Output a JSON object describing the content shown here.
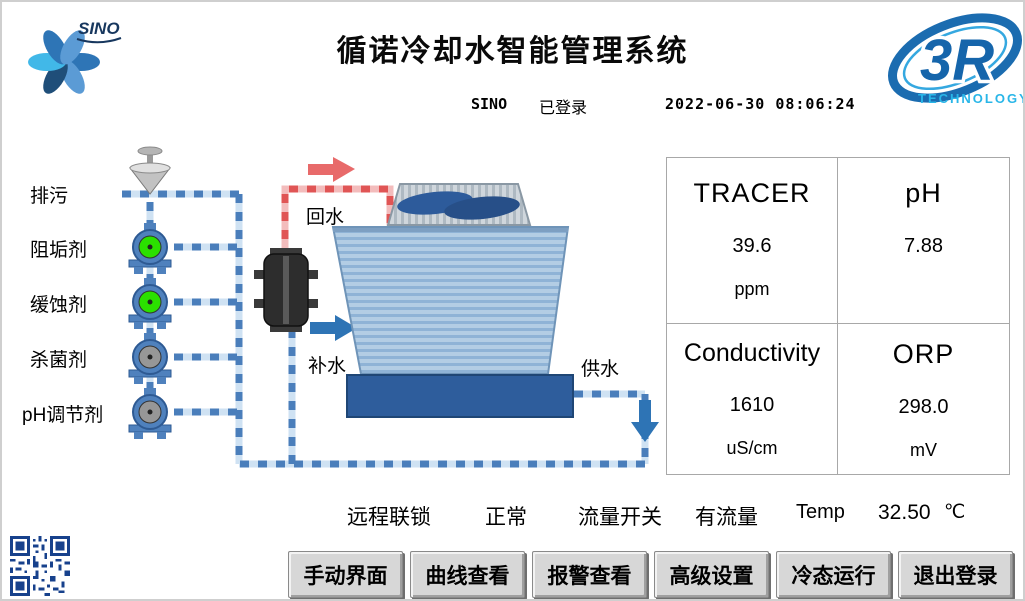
{
  "header": {
    "title": "循诺冷却水智能管理系统",
    "username": "SINO",
    "login_status": "已登录",
    "datetime": "2022-06-30  08:06:24"
  },
  "logos": {
    "sino_text": "SINO",
    "right_text": "3R",
    "right_subtext": "TECHNOLOGY"
  },
  "chemicals": [
    {
      "label": "排污",
      "type": "blowdown-valve"
    },
    {
      "label": "阻垢剂",
      "status_color": "#2be000"
    },
    {
      "label": "缓蚀剂",
      "status_color": "#2be000"
    },
    {
      "label": "杀菌剂",
      "status_color": "#979797"
    },
    {
      "label": "pH调节剂",
      "status_color": "#979797"
    }
  ],
  "pipes": {
    "return_label": "回水",
    "makeup_label": "补水",
    "supply_label": "供水"
  },
  "metrics": [
    {
      "name": "TRACER",
      "value": "39.6",
      "unit": "ppm"
    },
    {
      "name": "pH",
      "value": "7.88",
      "unit": ""
    },
    {
      "name": "Conductivity",
      "value": "1610",
      "unit": "uS/cm"
    },
    {
      "name": "ORP",
      "value": "298.0",
      "unit": "mV"
    }
  ],
  "status_bar": {
    "interlock_label": "远程联锁",
    "interlock_value": "正常",
    "flow_label": "流量开关",
    "flow_value": "有流量",
    "temp_label": "Temp",
    "temp_value": "32.50",
    "temp_unit": "℃"
  },
  "buttons": [
    {
      "label": "手动界面"
    },
    {
      "label": "曲线查看"
    },
    {
      "label": "报警查看"
    },
    {
      "label": "高级设置"
    },
    {
      "label": "冷态运行"
    },
    {
      "label": "退出登录"
    }
  ],
  "colors": {
    "pipe_blue": "#4a7ebb",
    "pipe_red": "#e05555",
    "pump_body": "#4f81bd",
    "basin": "#2e5d9c"
  }
}
